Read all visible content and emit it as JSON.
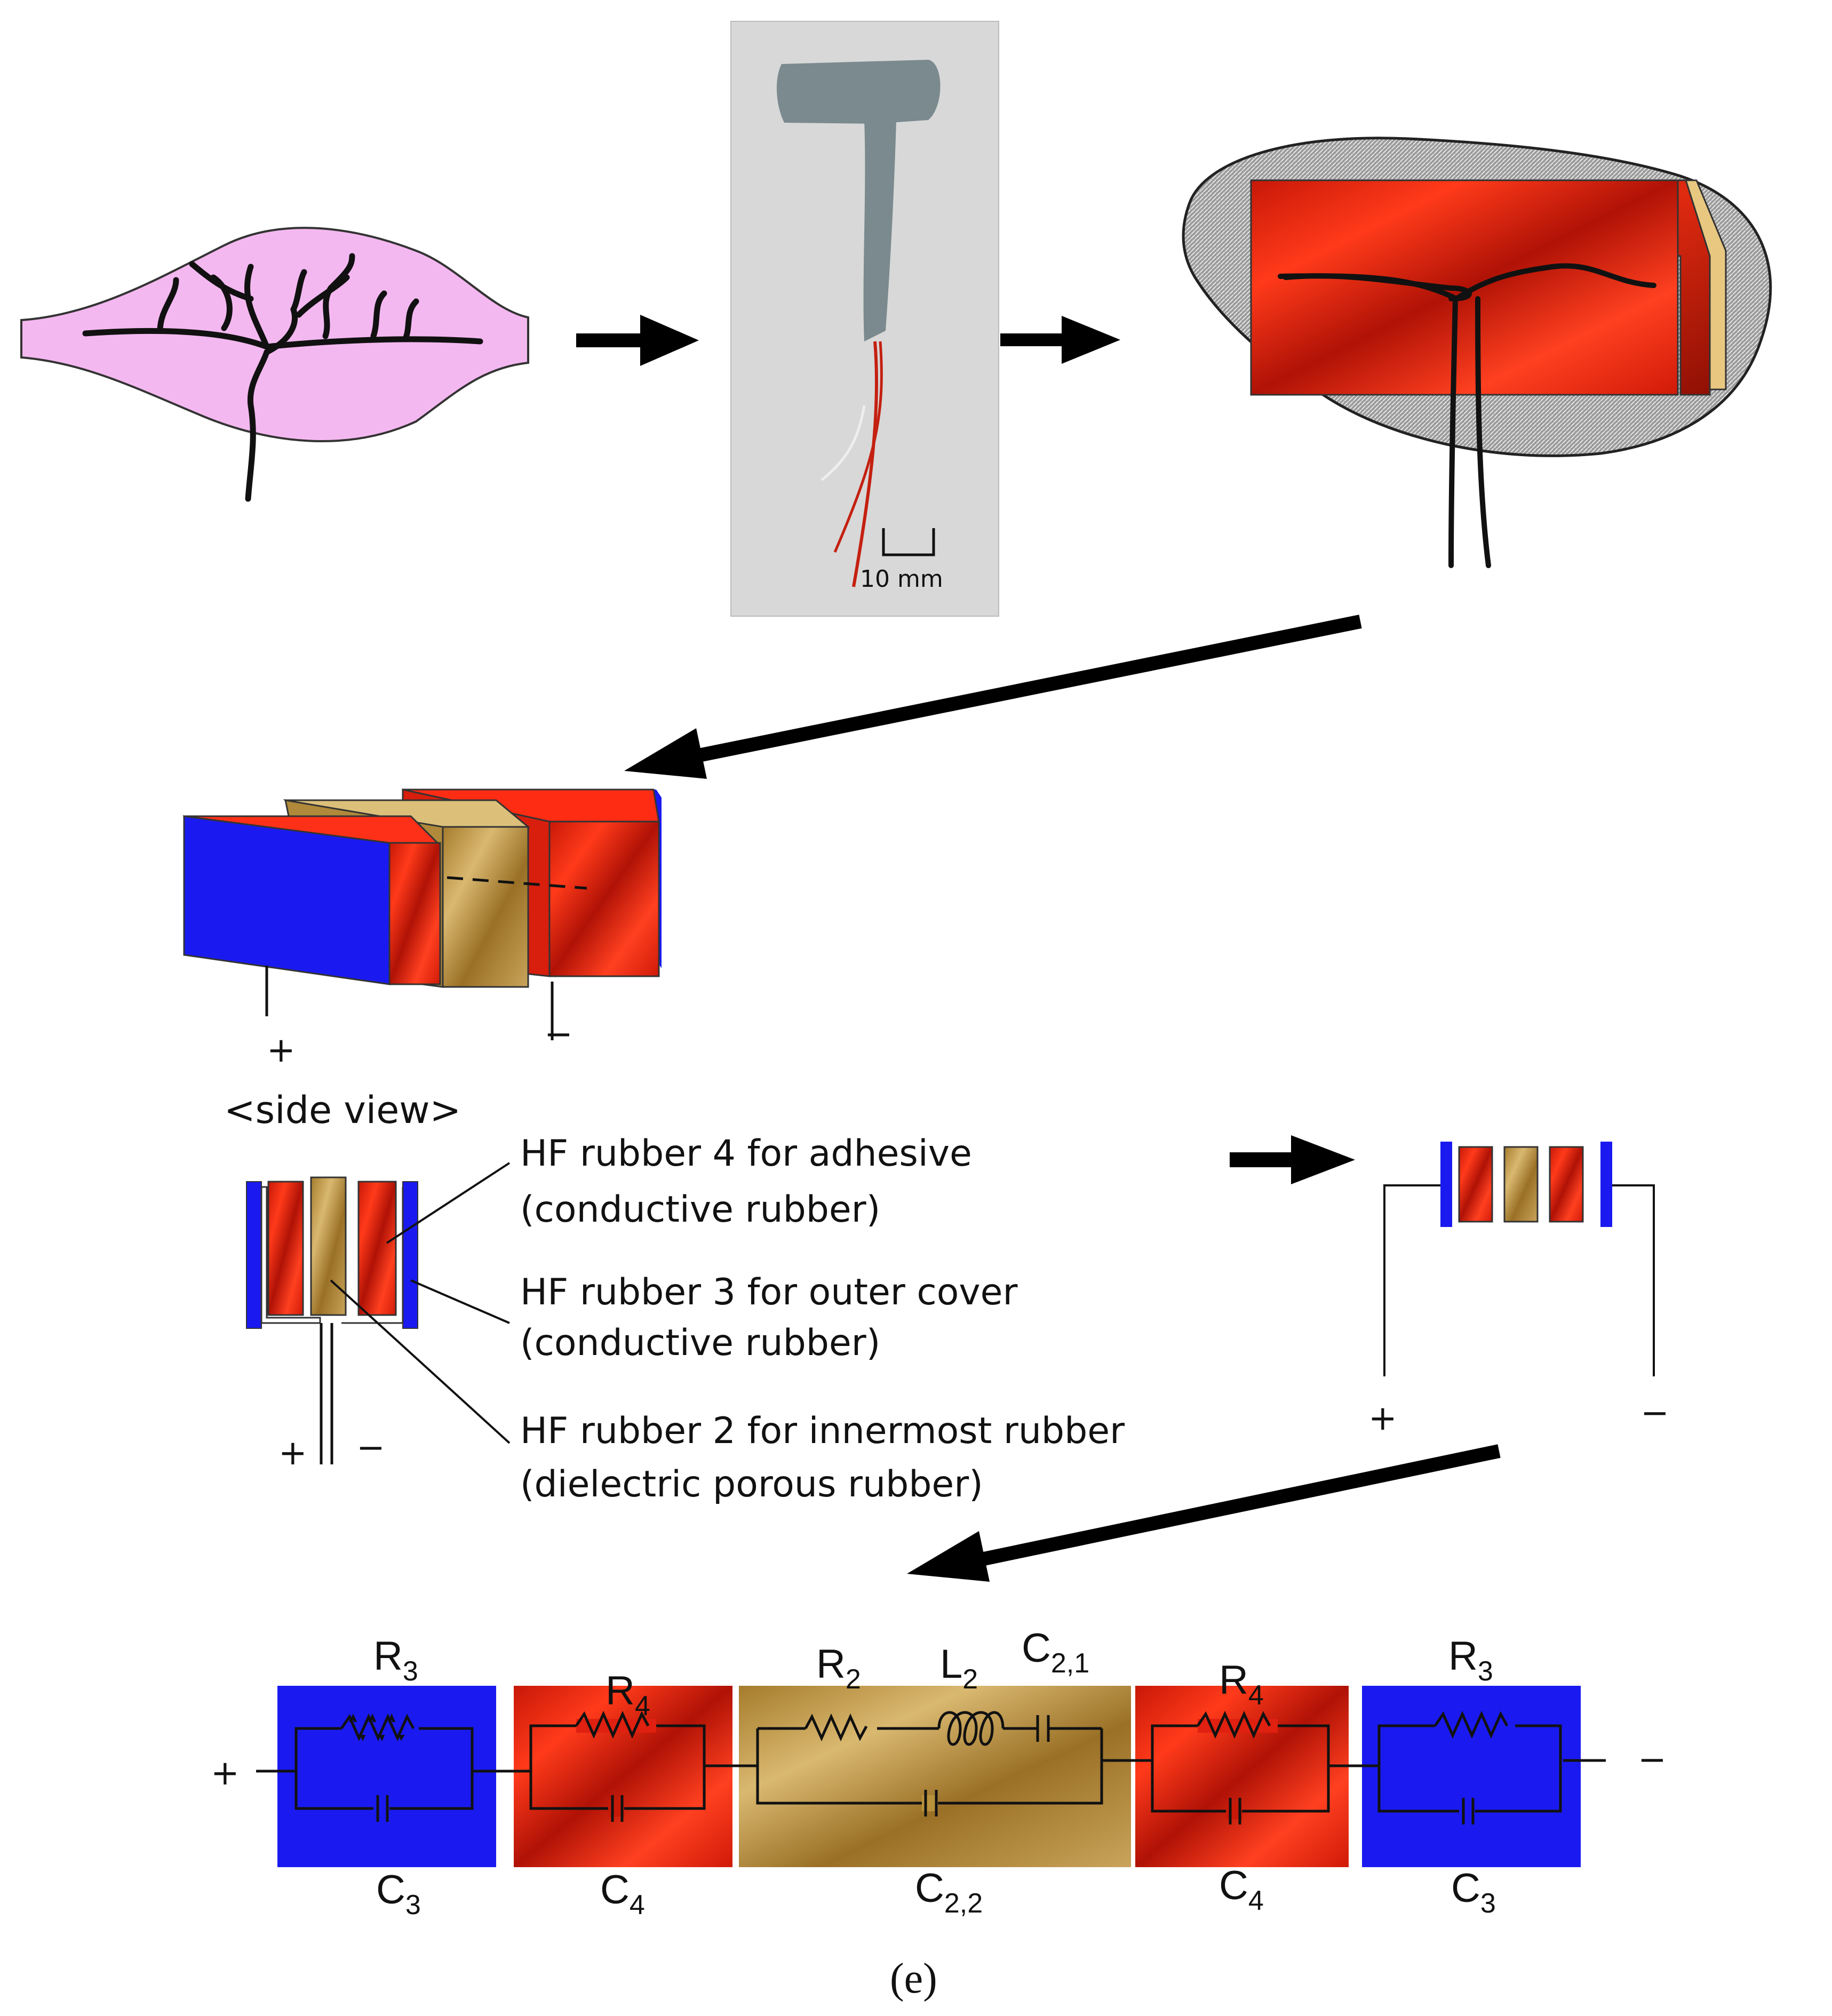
{
  "photo": {
    "scale_label": "10 mm"
  },
  "capacitor": {
    "plus": "+",
    "minus": "−"
  },
  "side_view": {
    "title": "<side view>",
    "plus": "+",
    "minus": "−",
    "callouts": [
      {
        "line1": "HF rubber 4  for adhesive",
        "line2": "(conductive rubber)"
      },
      {
        "line1": "HF rubber 3 for outer cover",
        "line2": "(conductive rubber)"
      },
      {
        "line1": "HF rubber 2 for innermost rubber",
        "line2": "(dielectric porous rubber)"
      }
    ]
  },
  "schematic": {
    "plus": "+",
    "minus": "−"
  },
  "circuit": {
    "plus": "+",
    "minus": "−",
    "blocks": [
      {
        "top": "R",
        "top_sub": "3",
        "bottom": "C",
        "bottom_sub": "3"
      },
      {
        "top": "R",
        "top_sub": "4",
        "bottom": "C",
        "bottom_sub": "4"
      },
      {
        "top_r": "R",
        "top_r_sub": "2",
        "top_l": "L",
        "top_l_sub": "2",
        "top_c": "C",
        "top_c_sub": "2,1",
        "bottom": "C",
        "bottom_sub": "2,2"
      },
      {
        "top": "R",
        "top_sub": "4",
        "bottom": "C",
        "bottom_sub": "4"
      },
      {
        "top": "R",
        "top_sub": "3",
        "bottom": "C",
        "bottom_sub": "3"
      }
    ]
  },
  "caption": "(e)",
  "colors": {
    "pink": "#f4b8f0",
    "blue": "#1a1af0",
    "red": "#e02010",
    "gold": "#b8923a",
    "photo_bg": "#d8d8d8"
  }
}
